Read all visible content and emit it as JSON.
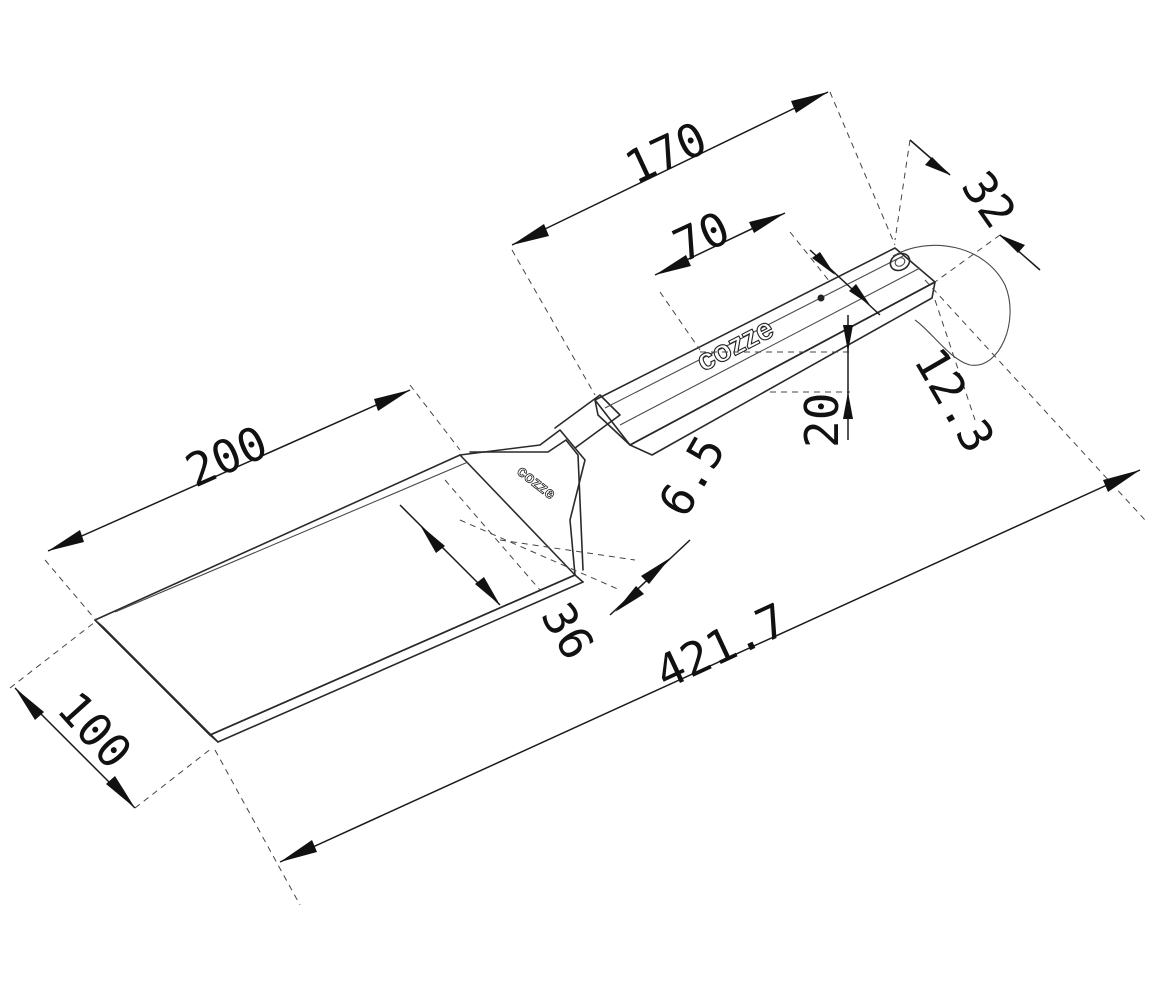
{
  "drawing": {
    "dimensions": {
      "blade_length": "200",
      "blade_width": "100",
      "neck_length": "36",
      "blade_offset": "6.5",
      "overall_length": "421.7",
      "handle_section": "170",
      "handle_inner": "70",
      "handle_width": "32",
      "handle_thickness": "12.3",
      "handle_height": "20"
    },
    "brand": {
      "handle_logo": "cozze",
      "blade_logo": "cozze"
    }
  }
}
